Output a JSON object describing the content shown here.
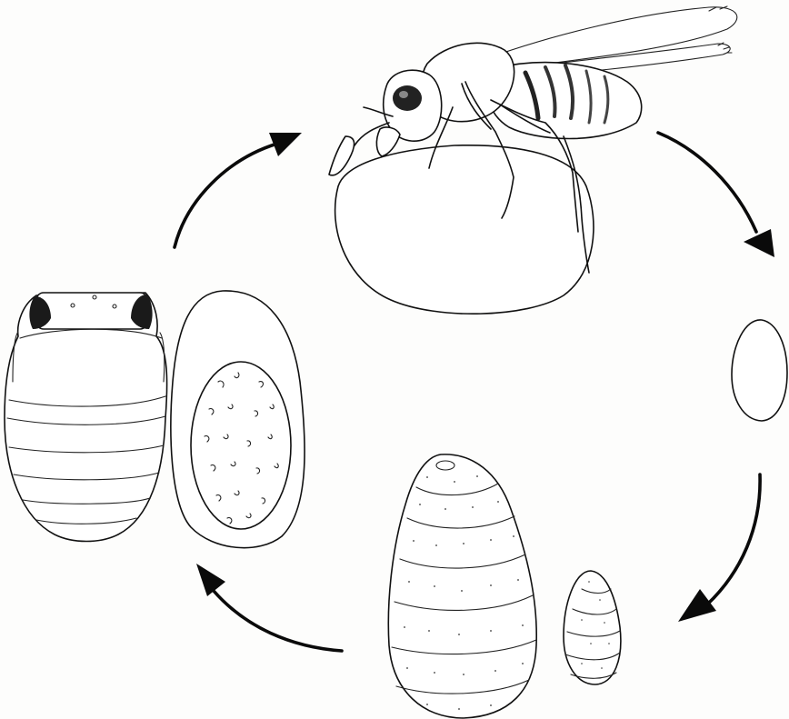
{
  "figure": {
    "stages": [
      {
        "id": "adult",
        "icon": "adult-wasp-on-host-egg-icon"
      },
      {
        "id": "egg",
        "icon": "egg-icon"
      },
      {
        "id": "larvae",
        "icon": "larvae-icon"
      },
      {
        "id": "pupa",
        "icon": "pupa-and-cocoon-icon"
      }
    ],
    "colors": {
      "ink": "#111111",
      "paper": "#fdfdfc"
    }
  }
}
